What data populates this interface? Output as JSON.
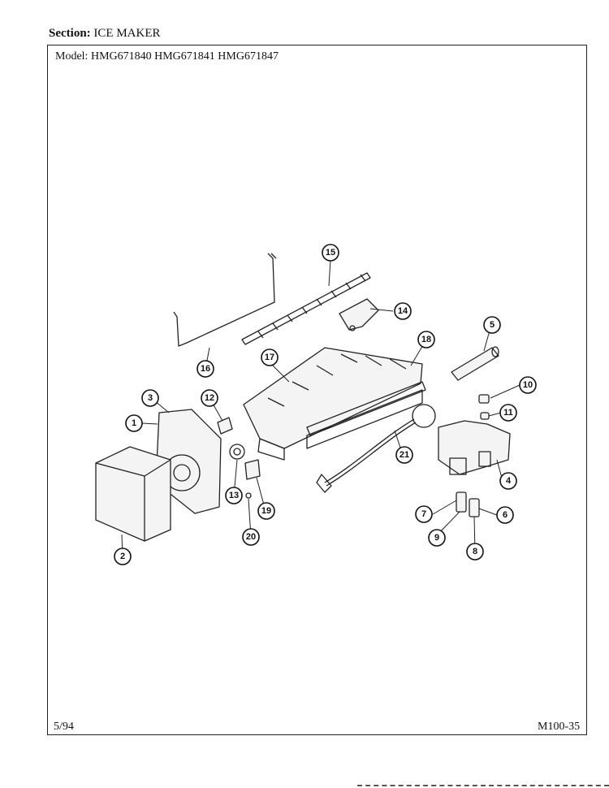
{
  "header": {
    "section_label": "Section:",
    "section_value": "ICE MAKER",
    "model_label": "Model:",
    "models": "HMG671840  HMG671841  HMG671847"
  },
  "footer": {
    "date": "5/94",
    "page_code": "M100-35"
  },
  "callouts": [
    "1",
    "2",
    "3",
    "4",
    "5",
    "6",
    "7",
    "8",
    "9",
    "10",
    "11",
    "12",
    "13",
    "14",
    "15",
    "16",
    "17",
    "18",
    "19",
    "20",
    "21"
  ]
}
